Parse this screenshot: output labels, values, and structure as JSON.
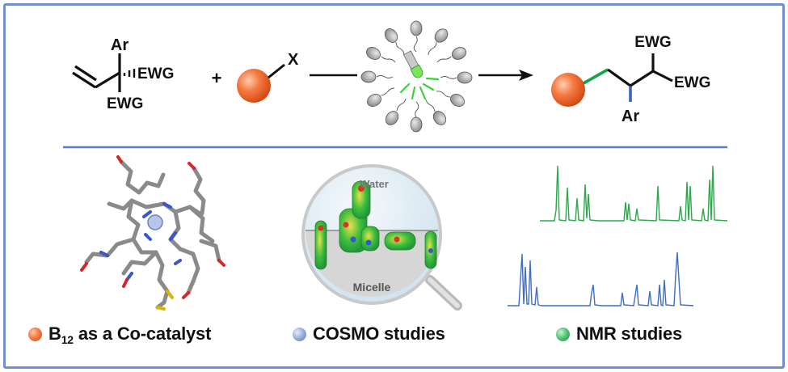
{
  "reaction": {
    "reactant_top": "Ar",
    "reactant_right": "EWG",
    "reactant_bottom": "EWG",
    "plus": "+",
    "leaving_group": "X",
    "product_top": "EWG",
    "product_right": "EWG",
    "product_bottom": "Ar"
  },
  "cosmo_panel": {
    "upper_label": "Water",
    "lower_label": "Micelle"
  },
  "captions": {
    "b12_prefix": "B",
    "b12_subscript": "12",
    "b12_suffix": "as a Co-catalyst",
    "cosmo": "COSMO studies",
    "nmr": "NMR studies"
  },
  "colors": {
    "frame": "#6f8fcf",
    "divider": "#5b7fc6",
    "new_bond": "#1aa34a",
    "aryl_bond": "#3a63c8",
    "nmr_top": "#2aa84a",
    "nmr_bottom": "#3f6cc4"
  }
}
